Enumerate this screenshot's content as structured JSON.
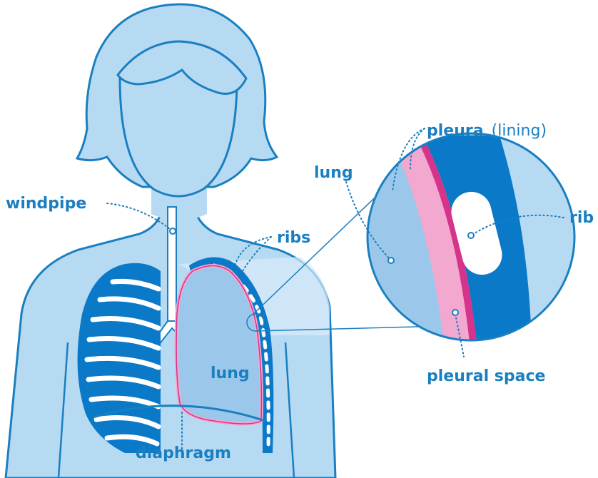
{
  "labels": {
    "windpipe": "windpipe",
    "ribs": "ribs",
    "lung_main": "lung",
    "diaphragm": "diaphragm",
    "lung_zoom": "lung",
    "pleura": "pleura",
    "pleura_note": "(lining)",
    "rib": "rib",
    "pleural_space": "pleural space"
  },
  "colors": {
    "body_fill": "#b7daf3",
    "body_stroke": "#1a7fc1",
    "rib_blue": "#0a79c8",
    "lung_fill": "#9bc8ea",
    "pleura_pink": "#f2a8cf",
    "pleura_magenta": "#d6338a",
    "label_blue": "#1a7fc1"
  }
}
